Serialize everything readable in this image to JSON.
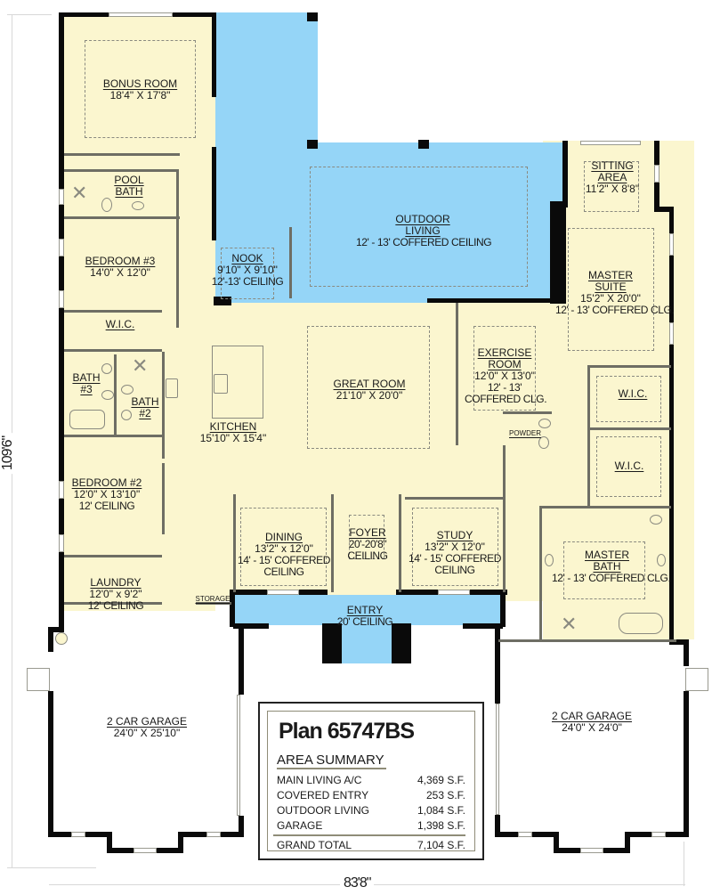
{
  "plan": {
    "title": "Plan 65747BS",
    "overall_width": "83'8\"",
    "overall_depth": "109'6\""
  },
  "area_summary": {
    "heading": "AREA SUMMARY",
    "rows": [
      {
        "label": "MAIN LIVING A/C",
        "value": "4,369 S.F."
      },
      {
        "label": "COVERED ENTRY",
        "value": "253 S.F."
      },
      {
        "label": "OUTDOOR LIVING",
        "value": "1,084 S.F."
      },
      {
        "label": "GARAGE",
        "value": "1,398 S.F."
      }
    ],
    "total": {
      "label": "GRAND TOTAL",
      "value": "7,104 S.F."
    }
  },
  "colors": {
    "living_fill": "#fbf6cf",
    "outdoor_fill": "#95d5f7",
    "wall": "#0a0a0a",
    "interior_wall": "#6e6e64",
    "garage_fill": "#ffffff"
  },
  "rooms": {
    "bonus_room": {
      "name": "BONUS ROOM",
      "dims": "18'4\" X 17'8\""
    },
    "pool_bath": {
      "name1": "POOL",
      "name2": "BATH"
    },
    "bedroom3": {
      "name": "BEDROOM #3",
      "dims": "14'0\" X 12'0\""
    },
    "wic_left": {
      "name": "W.I.C."
    },
    "bath3": {
      "name1": "BATH",
      "name2": "#3"
    },
    "bath2": {
      "name1": "BATH",
      "name2": "#2"
    },
    "bedroom2": {
      "name": "BEDROOM #2",
      "dims": "12'0\" X 13'10\"",
      "ceiling": "12' CEILING"
    },
    "laundry": {
      "name": "LAUNDRY",
      "dims": "12'0\" x 9'2\"",
      "ceiling": "12' CEILING"
    },
    "storage": {
      "name": "STORAGE"
    },
    "nook": {
      "name": "NOOK",
      "dims": "9'10\" X 9'10\"",
      "ceiling": "12'-13' CEILING"
    },
    "kitchen": {
      "name": "KITCHEN",
      "dims": "15'10\" X 15'4\""
    },
    "outdoor_living": {
      "name1": "OUTDOOR",
      "name2": "LIVING",
      "ceiling": "12' - 13' COFFERED CEILING"
    },
    "great_room": {
      "name": "GREAT ROOM",
      "dims": "21'10\" X 20'0\""
    },
    "exercise_room": {
      "name1": "EXERCISE",
      "name2": "ROOM",
      "dims": "12'0\" X 13'0\"",
      "ceiling1": "12' - 13'",
      "ceiling2": "COFFERED CLG."
    },
    "powder": {
      "name": "POWDER"
    },
    "sitting_area": {
      "name1": "SITTING",
      "name2": "AREA",
      "dims": "11'2\" X 8'8\""
    },
    "master_suite": {
      "name1": "MASTER",
      "name2": "SUITE",
      "dims": "15'2\" X 20'0\"",
      "ceiling": "12' - 13' COFFERED CLG."
    },
    "wic_upper": {
      "name": "W.I.C."
    },
    "wic_lower": {
      "name": "W.I.C."
    },
    "master_bath": {
      "name1": "MASTER",
      "name2": "BATH",
      "ceiling": "12' - 13' COFFERED CLG."
    },
    "dining": {
      "name": "DINING",
      "dims": "13'2\" x 12'0\"",
      "ceiling1": "14' - 15' COFFERED",
      "ceiling2": "CEILING"
    },
    "foyer": {
      "name": "FOYER",
      "ceiling1": "20'-20'8\"",
      "ceiling2": "CEILING"
    },
    "study": {
      "name": "STUDY",
      "dims": "13'2\" X 12'0\"",
      "ceiling1": "14' - 15' COFFERED",
      "ceiling2": "CEILING"
    },
    "entry": {
      "name": "ENTRY",
      "ceiling": "20' CEILING"
    },
    "garage_left": {
      "name": "2 CAR GARAGE",
      "dims": "24'0\" X 25'10\""
    },
    "garage_right": {
      "name": "2 CAR GARAGE",
      "dims": "24'0\" X 24'0\""
    }
  }
}
